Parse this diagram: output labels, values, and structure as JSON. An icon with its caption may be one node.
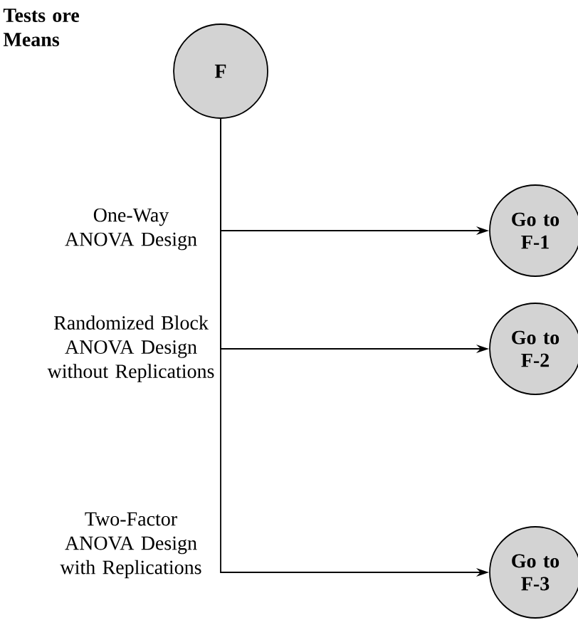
{
  "diagram": {
    "nodes": [
      {
        "text": [
          "F"
        ]
      },
      {
        "text": [
          "Go to F-1"
        ]
      },
      {
        "text": [
          "Go to F-2"
        ]
      },
      {
        "text": [
          "Go to F-3"
        ]
      }
    ],
    "edges": [
      {
        "from": 0,
        "to": 1,
        "arrow": "to",
        "label": "One-Way ANOVA Design"
      },
      {
        "from": 0,
        "to": 2,
        "arrow": "to",
        "label": "Randomized Block ANOVA Design without Replications"
      },
      {
        "from": 0,
        "to": 3,
        "arrow": "to",
        "label": "Two-Factor ANOVA Design with Replications"
      }
    ],
    "labels": [
      "Tests ore Means"
    ]
  }
}
